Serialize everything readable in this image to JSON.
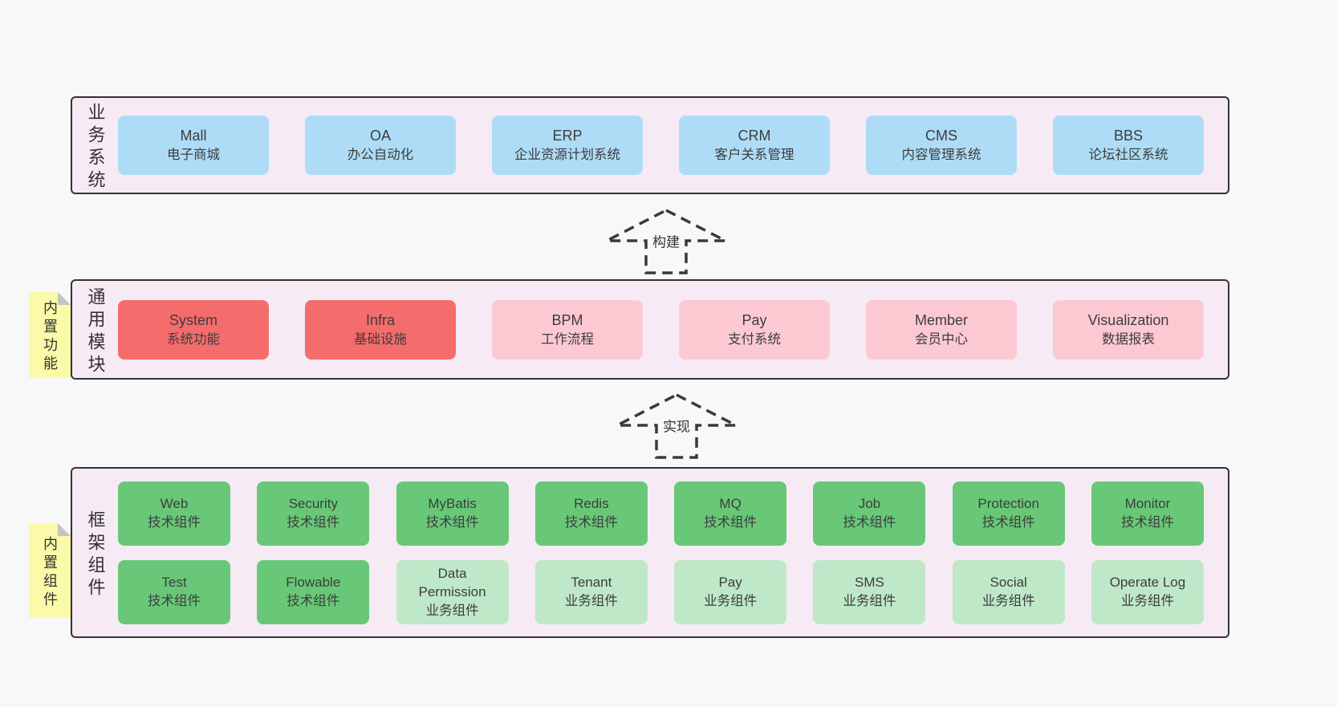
{
  "colors": {
    "page_bg": "#f8f8f8",
    "band_bg": "#f6ebf4",
    "band_border": "#333333",
    "blue": "#aedcf7",
    "red": "#f56c6c",
    "pink": "#fcc9d3",
    "green": "#68c877",
    "green_light": "#bfe8c8",
    "sticky": "#fafaa8",
    "fold": "#c4c4c4",
    "text": "#3d3d3d"
  },
  "arrows": [
    {
      "label": "构建"
    },
    {
      "label": "实现"
    }
  ],
  "bands": [
    {
      "label": "业务系统",
      "boxes": [
        {
          "name": "Mall",
          "desc": "电子商城"
        },
        {
          "name": "OA",
          "desc": "办公自动化"
        },
        {
          "name": "ERP",
          "desc": "企业资源计划系统"
        },
        {
          "name": "CRM",
          "desc": "客户关系管理"
        },
        {
          "name": "CMS",
          "desc": "内容管理系统"
        },
        {
          "name": "BBS",
          "desc": "论坛社区系统"
        }
      ]
    },
    {
      "label": "通用模块",
      "sticky": "内置功能",
      "boxes": [
        {
          "name": "System",
          "desc": "系统功能",
          "variant": "red"
        },
        {
          "name": "Infra",
          "desc": "基础设施",
          "variant": "red"
        },
        {
          "name": "BPM",
          "desc": "工作流程",
          "variant": "pink"
        },
        {
          "name": "Pay",
          "desc": "支付系统",
          "variant": "pink"
        },
        {
          "name": "Member",
          "desc": "会员中心",
          "variant": "pink"
        },
        {
          "name": "Visualization",
          "desc": "数据报表",
          "variant": "pink"
        }
      ]
    },
    {
      "label": "框架组件",
      "sticky": "内置组件",
      "rows": [
        [
          {
            "name": "Web",
            "desc": "技术组件",
            "variant": "green"
          },
          {
            "name": "Security",
            "desc": "技术组件",
            "variant": "green"
          },
          {
            "name": "MyBatis",
            "desc": "技术组件",
            "variant": "green"
          },
          {
            "name": "Redis",
            "desc": "技术组件",
            "variant": "green"
          },
          {
            "name": "MQ",
            "desc": "技术组件",
            "variant": "green"
          },
          {
            "name": "Job",
            "desc": "技术组件",
            "variant": "green"
          },
          {
            "name": "Protection",
            "desc": "技术组件",
            "variant": "green"
          },
          {
            "name": "Monitor",
            "desc": "技术组件",
            "variant": "green"
          }
        ],
        [
          {
            "name": "Test",
            "desc": "技术组件",
            "variant": "green"
          },
          {
            "name": "Flowable",
            "desc": "技术组件",
            "variant": "green"
          },
          {
            "name": "Data Permission",
            "desc": "业务组件",
            "variant": "green-light"
          },
          {
            "name": "Tenant",
            "desc": "业务组件",
            "variant": "green-light"
          },
          {
            "name": "Pay",
            "desc": "业务组件",
            "variant": "green-light"
          },
          {
            "name": "SMS",
            "desc": "业务组件",
            "variant": "green-light"
          },
          {
            "name": "Social",
            "desc": "业务组件",
            "variant": "green-light"
          },
          {
            "name": "Operate Log",
            "desc": "业务组件",
            "variant": "green-light"
          }
        ]
      ]
    }
  ]
}
